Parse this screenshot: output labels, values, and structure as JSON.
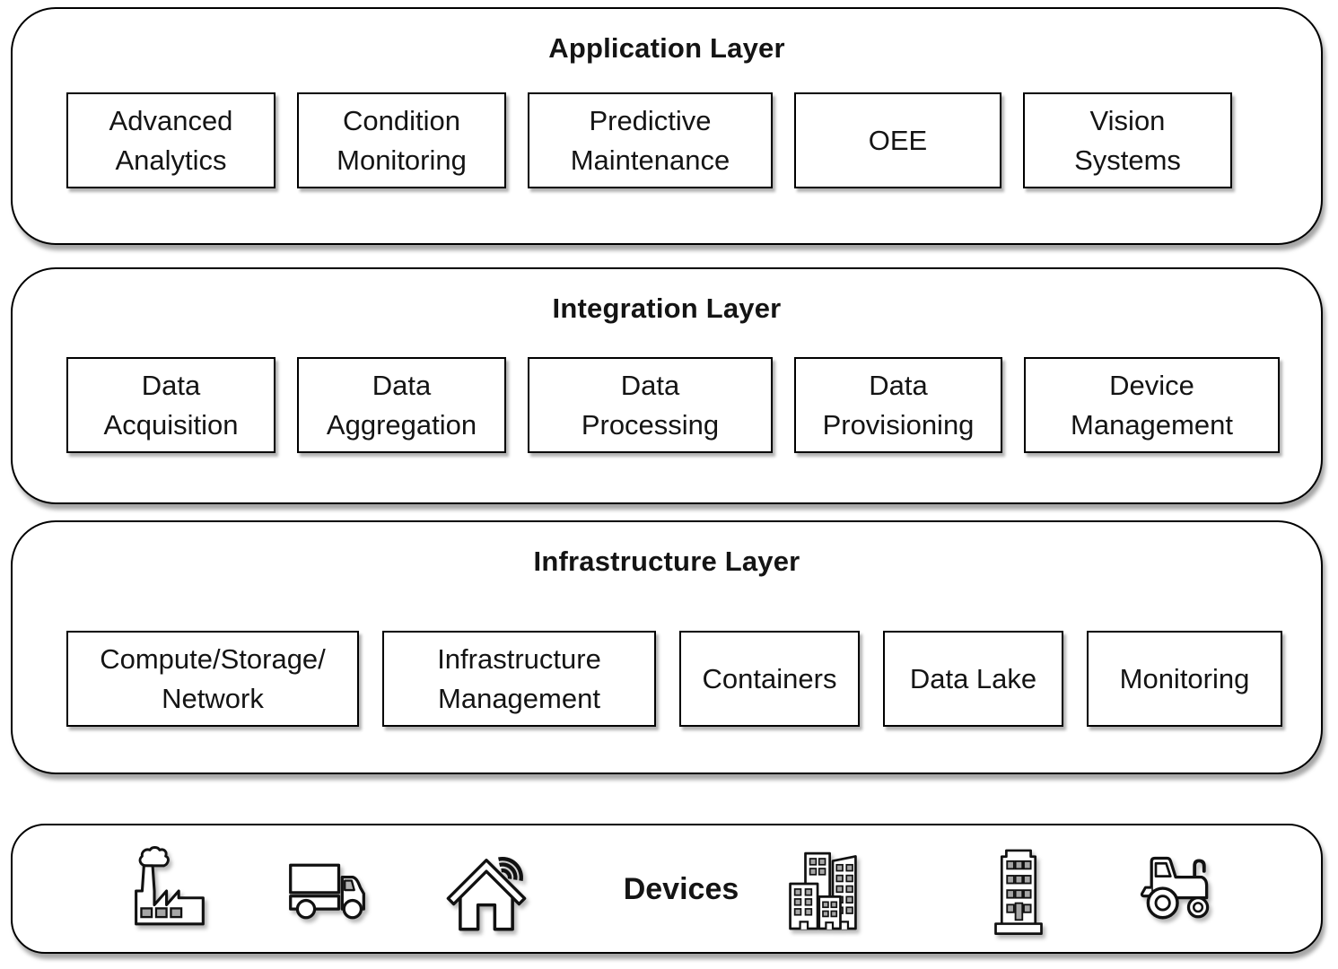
{
  "colors": {
    "background": "#ffffff",
    "line": "#000000",
    "text": "#141414",
    "window_fill": "#a6a6a6"
  },
  "layers": [
    {
      "title": "Application Layer",
      "boxes": [
        "Advanced\nAnalytics",
        "Condition\nMonitoring",
        "Predictive\nMaintenance",
        "OEE",
        "Vision\nSystems"
      ]
    },
    {
      "title": "Integration Layer",
      "boxes": [
        "Data\nAcquisition",
        "Data\nAggregation",
        "Data\nProcessing",
        "Data\nProvisioning",
        "Device\nManagement"
      ]
    },
    {
      "title": "Infrastructure Layer",
      "boxes": [
        "Compute/Storage/\nNetwork",
        "Infrastructure\nManagement",
        "Containers",
        "Data Lake",
        "Monitoring"
      ]
    }
  ],
  "devices_layer": {
    "label": "Devices",
    "icons": [
      "factory-icon",
      "truck-icon",
      "smart-home-icon",
      "city-buildings-icon",
      "office-building-icon",
      "tractor-icon"
    ]
  }
}
